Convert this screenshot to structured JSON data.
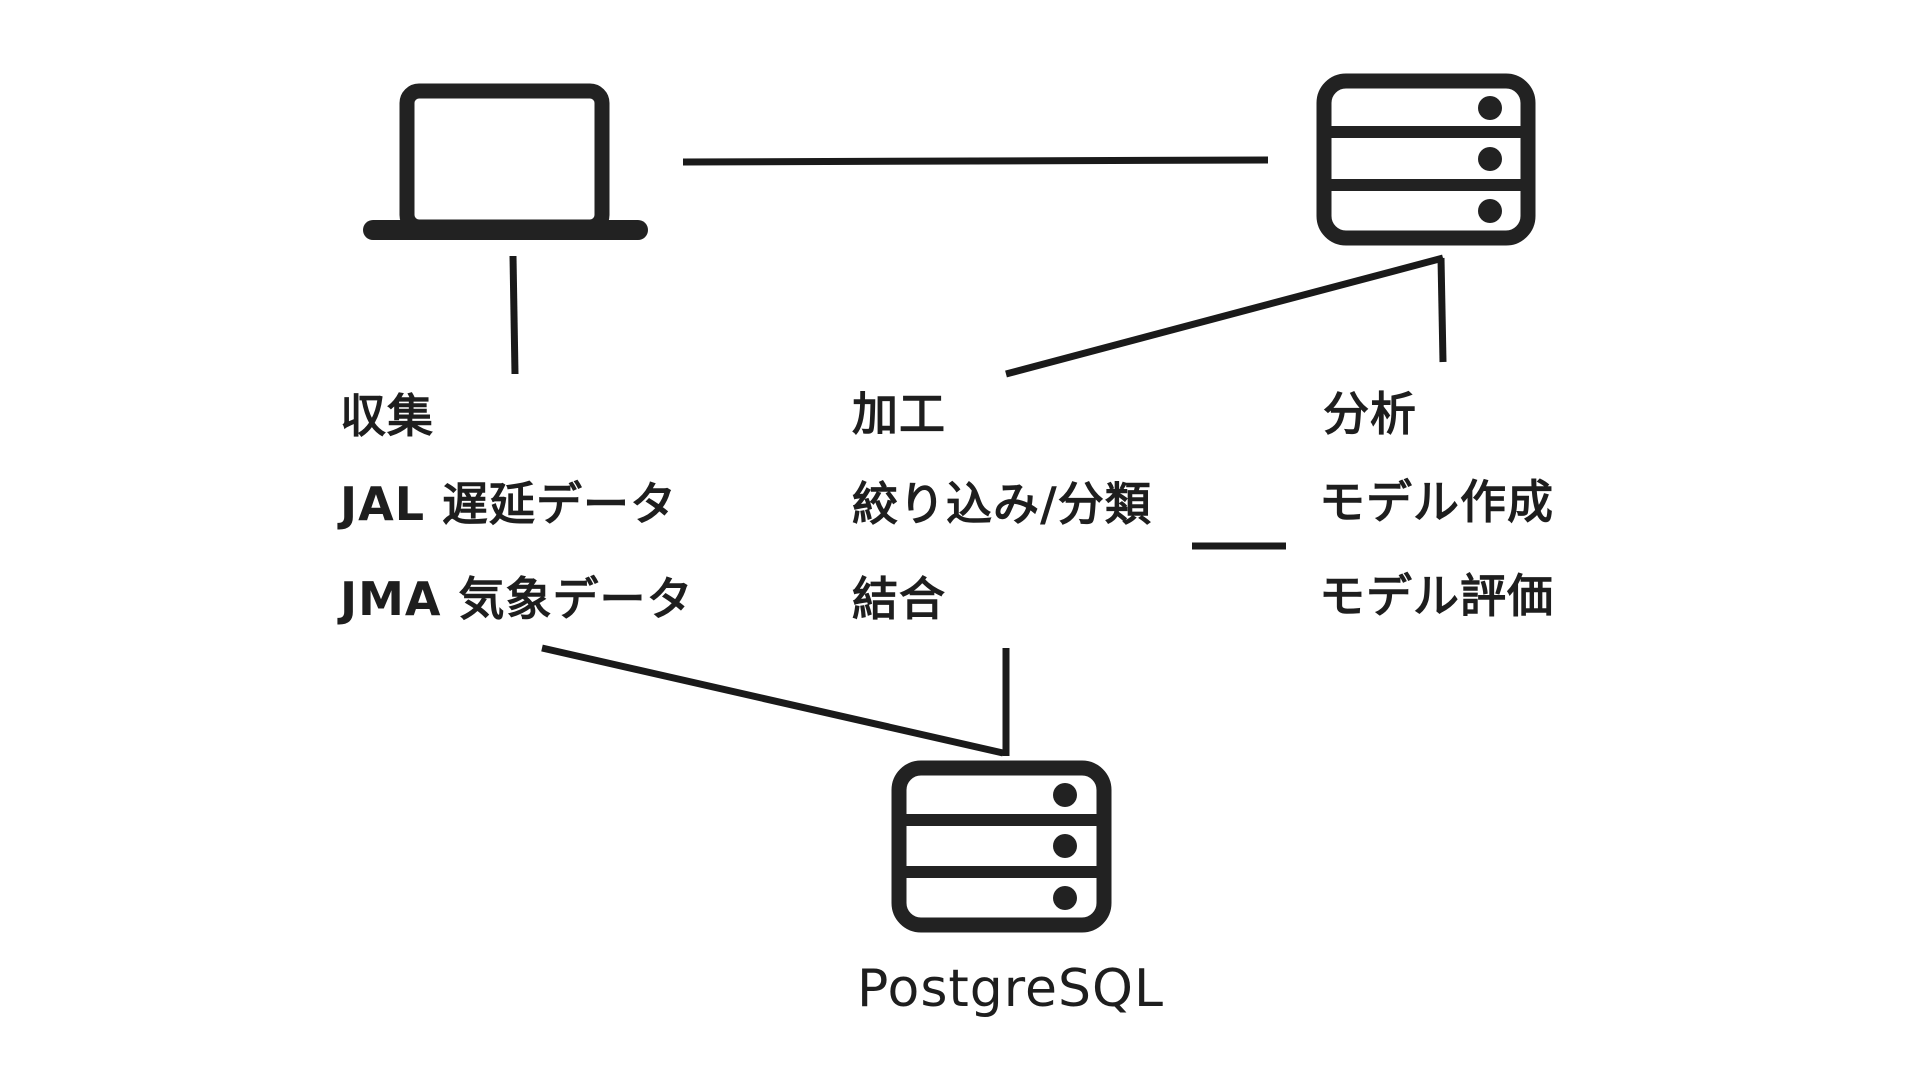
{
  "colors": {
    "background": "#ffffff",
    "ink": "#222222"
  },
  "nodes": {
    "laptop": {
      "icon": "laptop-icon"
    },
    "analysis_server": {
      "icon": "server-icon"
    },
    "database_server": {
      "icon": "server-icon",
      "label": "PostgreSQL"
    }
  },
  "stages": {
    "collect": {
      "title": "収集",
      "items": [
        "JAL 遅延データ",
        "JMA 気象データ"
      ]
    },
    "process": {
      "title": "加工",
      "items": [
        "絞り込み/分類",
        "結合"
      ]
    },
    "analyze": {
      "title": "分析",
      "items": [
        "モデル作成",
        "モデル評価"
      ]
    }
  }
}
